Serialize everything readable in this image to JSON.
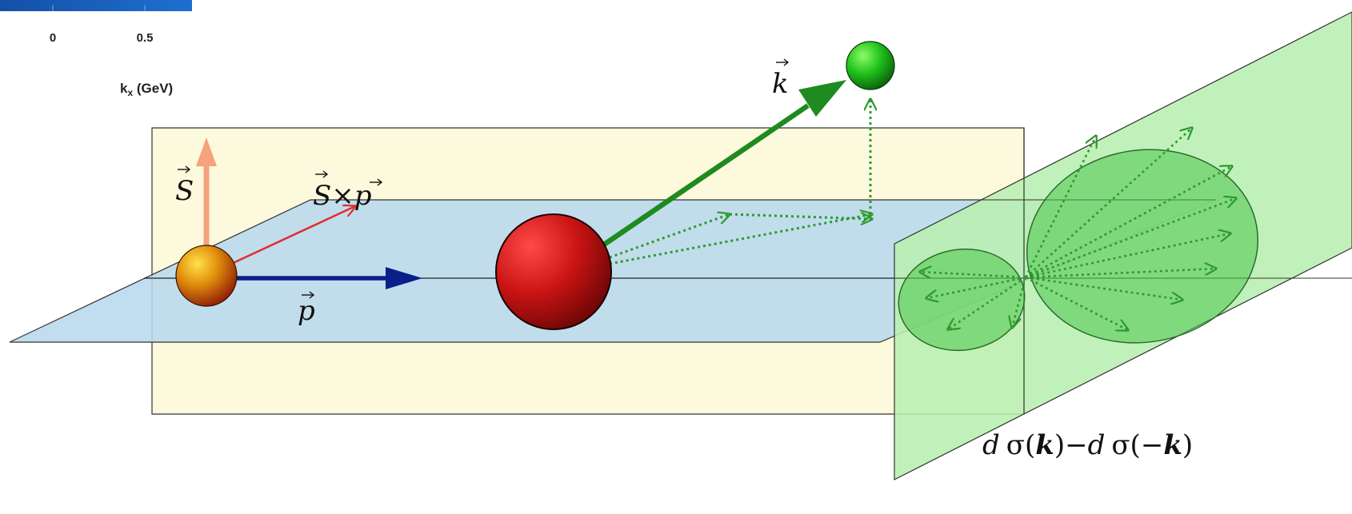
{
  "colorbar": {
    "ticks": [
      "0",
      "0.5"
    ],
    "axis_label_main": "k",
    "axis_label_sub": "x",
    "axis_label_unit": " (GeV)"
  },
  "labels": {
    "spin": "S",
    "cross_left": "S",
    "cross_op": "×",
    "cross_right": "p",
    "momentum": "p",
    "outgoing": "k",
    "asym_d1": "d",
    "asym_sigma1": "σ(",
    "asym_k1": "k",
    "asym_close1": ")",
    "asym_minus": "−",
    "asym_d2": "d",
    "asym_sigma2": "σ(−",
    "asym_k2": "k",
    "asym_close2": ")"
  },
  "colors": {
    "yellow_plane": "#fdf9dc",
    "blue_plane": "#b8d8ee",
    "green_plane": "#b8efb0",
    "spin_arrow": "#f4a37c",
    "cross_arrow": "#e03030",
    "momentum_arrow": "#0b1f8a",
    "k_arrow": "#1f8a1f",
    "colorbar": "#1a5fb4"
  }
}
